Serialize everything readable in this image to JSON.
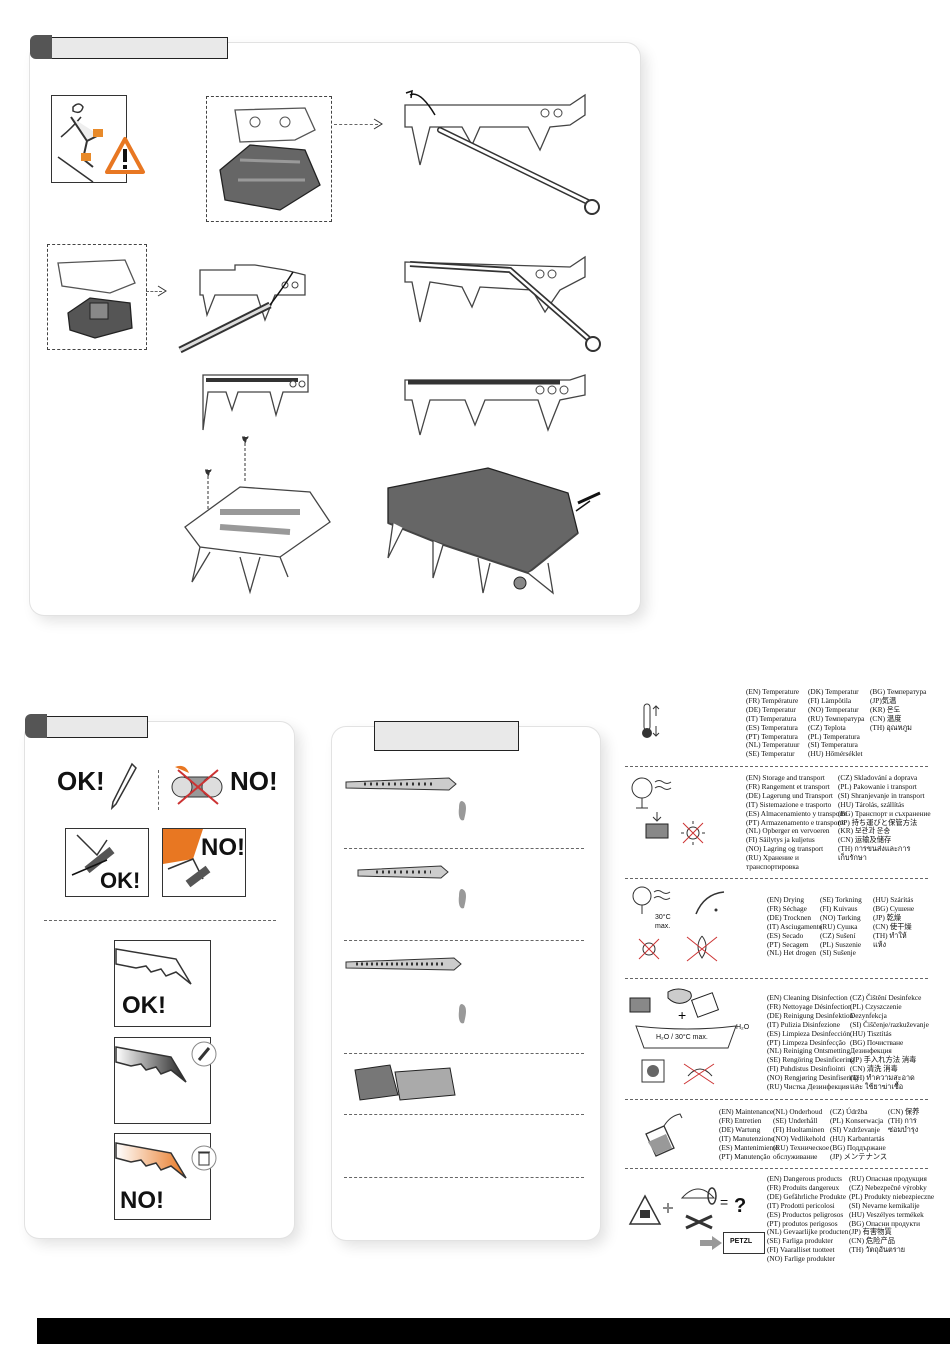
{
  "section1": {},
  "section2": {
    "ok_label": "OK!",
    "no_label": "NO!",
    "ok_small": "OK!",
    "no_small": "NO!",
    "ok_tip": "OK!",
    "no_tip": "NO!"
  },
  "info_blocks": [
    {
      "id": "temperature",
      "col1": "(EN) Temperature\n(FR) Température\n(DE) Temperatur\n(IT) Temperatura\n(ES) Temperatura\n(PT) Temperatura\n(NL) Temperatuur\n(SE) Temperatur",
      "col2": "(DK) Temperatur\n(FI) Lämpötila\n(NO) Temperatur\n(RU) Температура\n(CZ) Teplota\n(PL) Temperatura\n(SI) Temperatura\n(HU) Hőmérséklet",
      "col3": "(BG) Температура\n(JP)気温\n(KR) 온도\n(CN) 温度\n(TH) อุณหภูม"
    },
    {
      "id": "storage",
      "col1": "(EN) Storage and transport\n(FR) Rangement et transport\n(DE) Lagerung und Transport\n(IT) Sistemazione e trasporto\n(ES) Almacenamiento y transporte\n(PT) Armazenamento e transporte\n(NL) Opberger en vervoeren\n(FI) Säilytys ja kuljetus\n(NO) Lagring og transport\n(RU) Хранение и\nтранспортировка",
      "col2": "(CZ) Skladování a doprava\n(PL) Pakowanie i transport\n(SI) Shranjevanje in transport\n(HU) Tárolás, szállítás\n(BG) Транспорт и съхранение\n(JP) 持ち運びと保管方法\n(KR) 보관과 운송\n(CN) 运输及储存\n(TH) การขนส่งและการ\nเก็บรักษา",
      "col3": ""
    },
    {
      "id": "drying",
      "col1": "(EN) Drying\n(FR) Séchage\n(DE) Trocknen\n(IT) Asciugamento\n(ES) Secado\n(PT) Secagem\n(NL) Het drogen",
      "col2": "(SE) Torkning\n(FI) Kuivaus\n(NO) Tørking\n(RU) Сушка\n(CZ) Sušení\n(PL) Suszenie\n(SI) Sušenje",
      "col3": "(HU) Szárítás\n(BG) Сушене\n(JP) 乾燥\n(CN) 使干燥\n(TH) ทำให้\nแห้ง",
      "max_label": "30°C\nmax."
    },
    {
      "id": "cleaning",
      "col1": "(EN) Cleaning Disinfection\n(FR) Nettoyage Désinfection\n(DE) Reinigung Desinfektion\n(IT) Pulizia Disinfezione\n(ES) Limpieza Desinfección\n(PT) Limpeza Desinfecção\n(NL) Reiniging Ontsmetting\n(SE) Rengöring Desinficering\n(FI) Puhdistus Desinfiointi\n(NO) Rengjøring Desinfisering\n(RU) Чистка Дезинфекция",
      "col2": "(CZ) Čištění Desinfekce\n(PL) Czyszczenie\nDezynfekcja\n(SI) Čiščenje/razkuževanje\n(HU) Tisztítás\n(BG) Почистване\nДезинфекция\n(JP) 手入れ方法 消毒\n(CN) 清洗 消毒\n(TH) ทำความสะอาด\nและ ใช้ยาฆ่าเชื้อ",
      "col3": "",
      "water_label": "H₂O / 30°C max.",
      "h2o": "H₂O"
    },
    {
      "id": "maintenance",
      "col1": "(EN) Maintenance\n(FR) Entretien\n(DE) Wartung\n(IT) Manutenzione\n(ES) Mantenimiento\n(PT) Manutenção",
      "col2": "(NL) Onderhoud\n(SE) Underhåll\n(FI) Huoltaminen\n(NO) Vedlikehold\n(RU) Техническое\nобслуживание",
      "col3": "(CZ) Údržba\n(PL) Konserwacja\n(SI) Vzdrževanje\n(HU) Karbantartás\n(BG) Поддържане\n(JP) メンテナンス",
      "col4": "(CN) 保养\n(TH) การ\nซ่อมบำรุง"
    },
    {
      "id": "dangerous",
      "col1": "(EN) Dangerous products\n(FR) Produits dangereux\n(DE) Gefährliche Produkte\n(IT) Prodotti pericolosi\n(ES) Productos peligrosos\n(PT) produtos perigosos\n(NL) Gevaarlijke producten\n(SE) Farliga produkter\n(FI) Vaaralliset tuotteet\n(NO) Farlige produkter",
      "col2": "(RU) Опасная продукция\n(CZ) Nebezpečné výrobky\n(PL) Produkty niebezpieczne\n(SI) Nevarne kemikalije\n(HU) Veszélyes termékek\n(BG) Опасни продукти\n(JP) 有害物質\n(CN) 危险产品\n(TH) วัตถุอันตราย",
      "col3": "",
      "question": "?",
      "brand": "PETZL"
    }
  ]
}
